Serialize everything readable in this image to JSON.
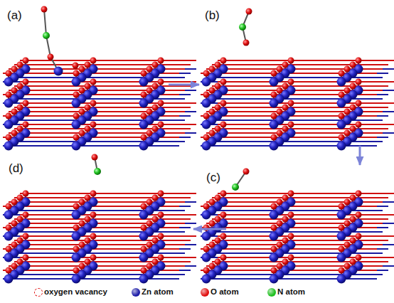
{
  "diagram": {
    "nodes": [
      {
        "text": [
          "(a)"
        ]
      },
      {
        "text": [
          "(b)"
        ]
      },
      {
        "text": [
          "(c)"
        ]
      },
      {
        "text": [
          "(d)"
        ]
      }
    ],
    "edges": [
      {
        "from": 0,
        "to": 1,
        "arrow": "to"
      },
      {
        "from": 1,
        "to": 2,
        "arrow": "to"
      },
      {
        "from": 2,
        "to": 3,
        "arrow": "to"
      }
    ],
    "legend": [
      {
        "text": "oxygen vacancy"
      },
      {
        "text": "Zn atom",
        "color": "#1c1ca8"
      },
      {
        "text": "O atom",
        "color": "#e01010"
      },
      {
        "text": "N atom",
        "color": "#20c020"
      }
    ]
  }
}
